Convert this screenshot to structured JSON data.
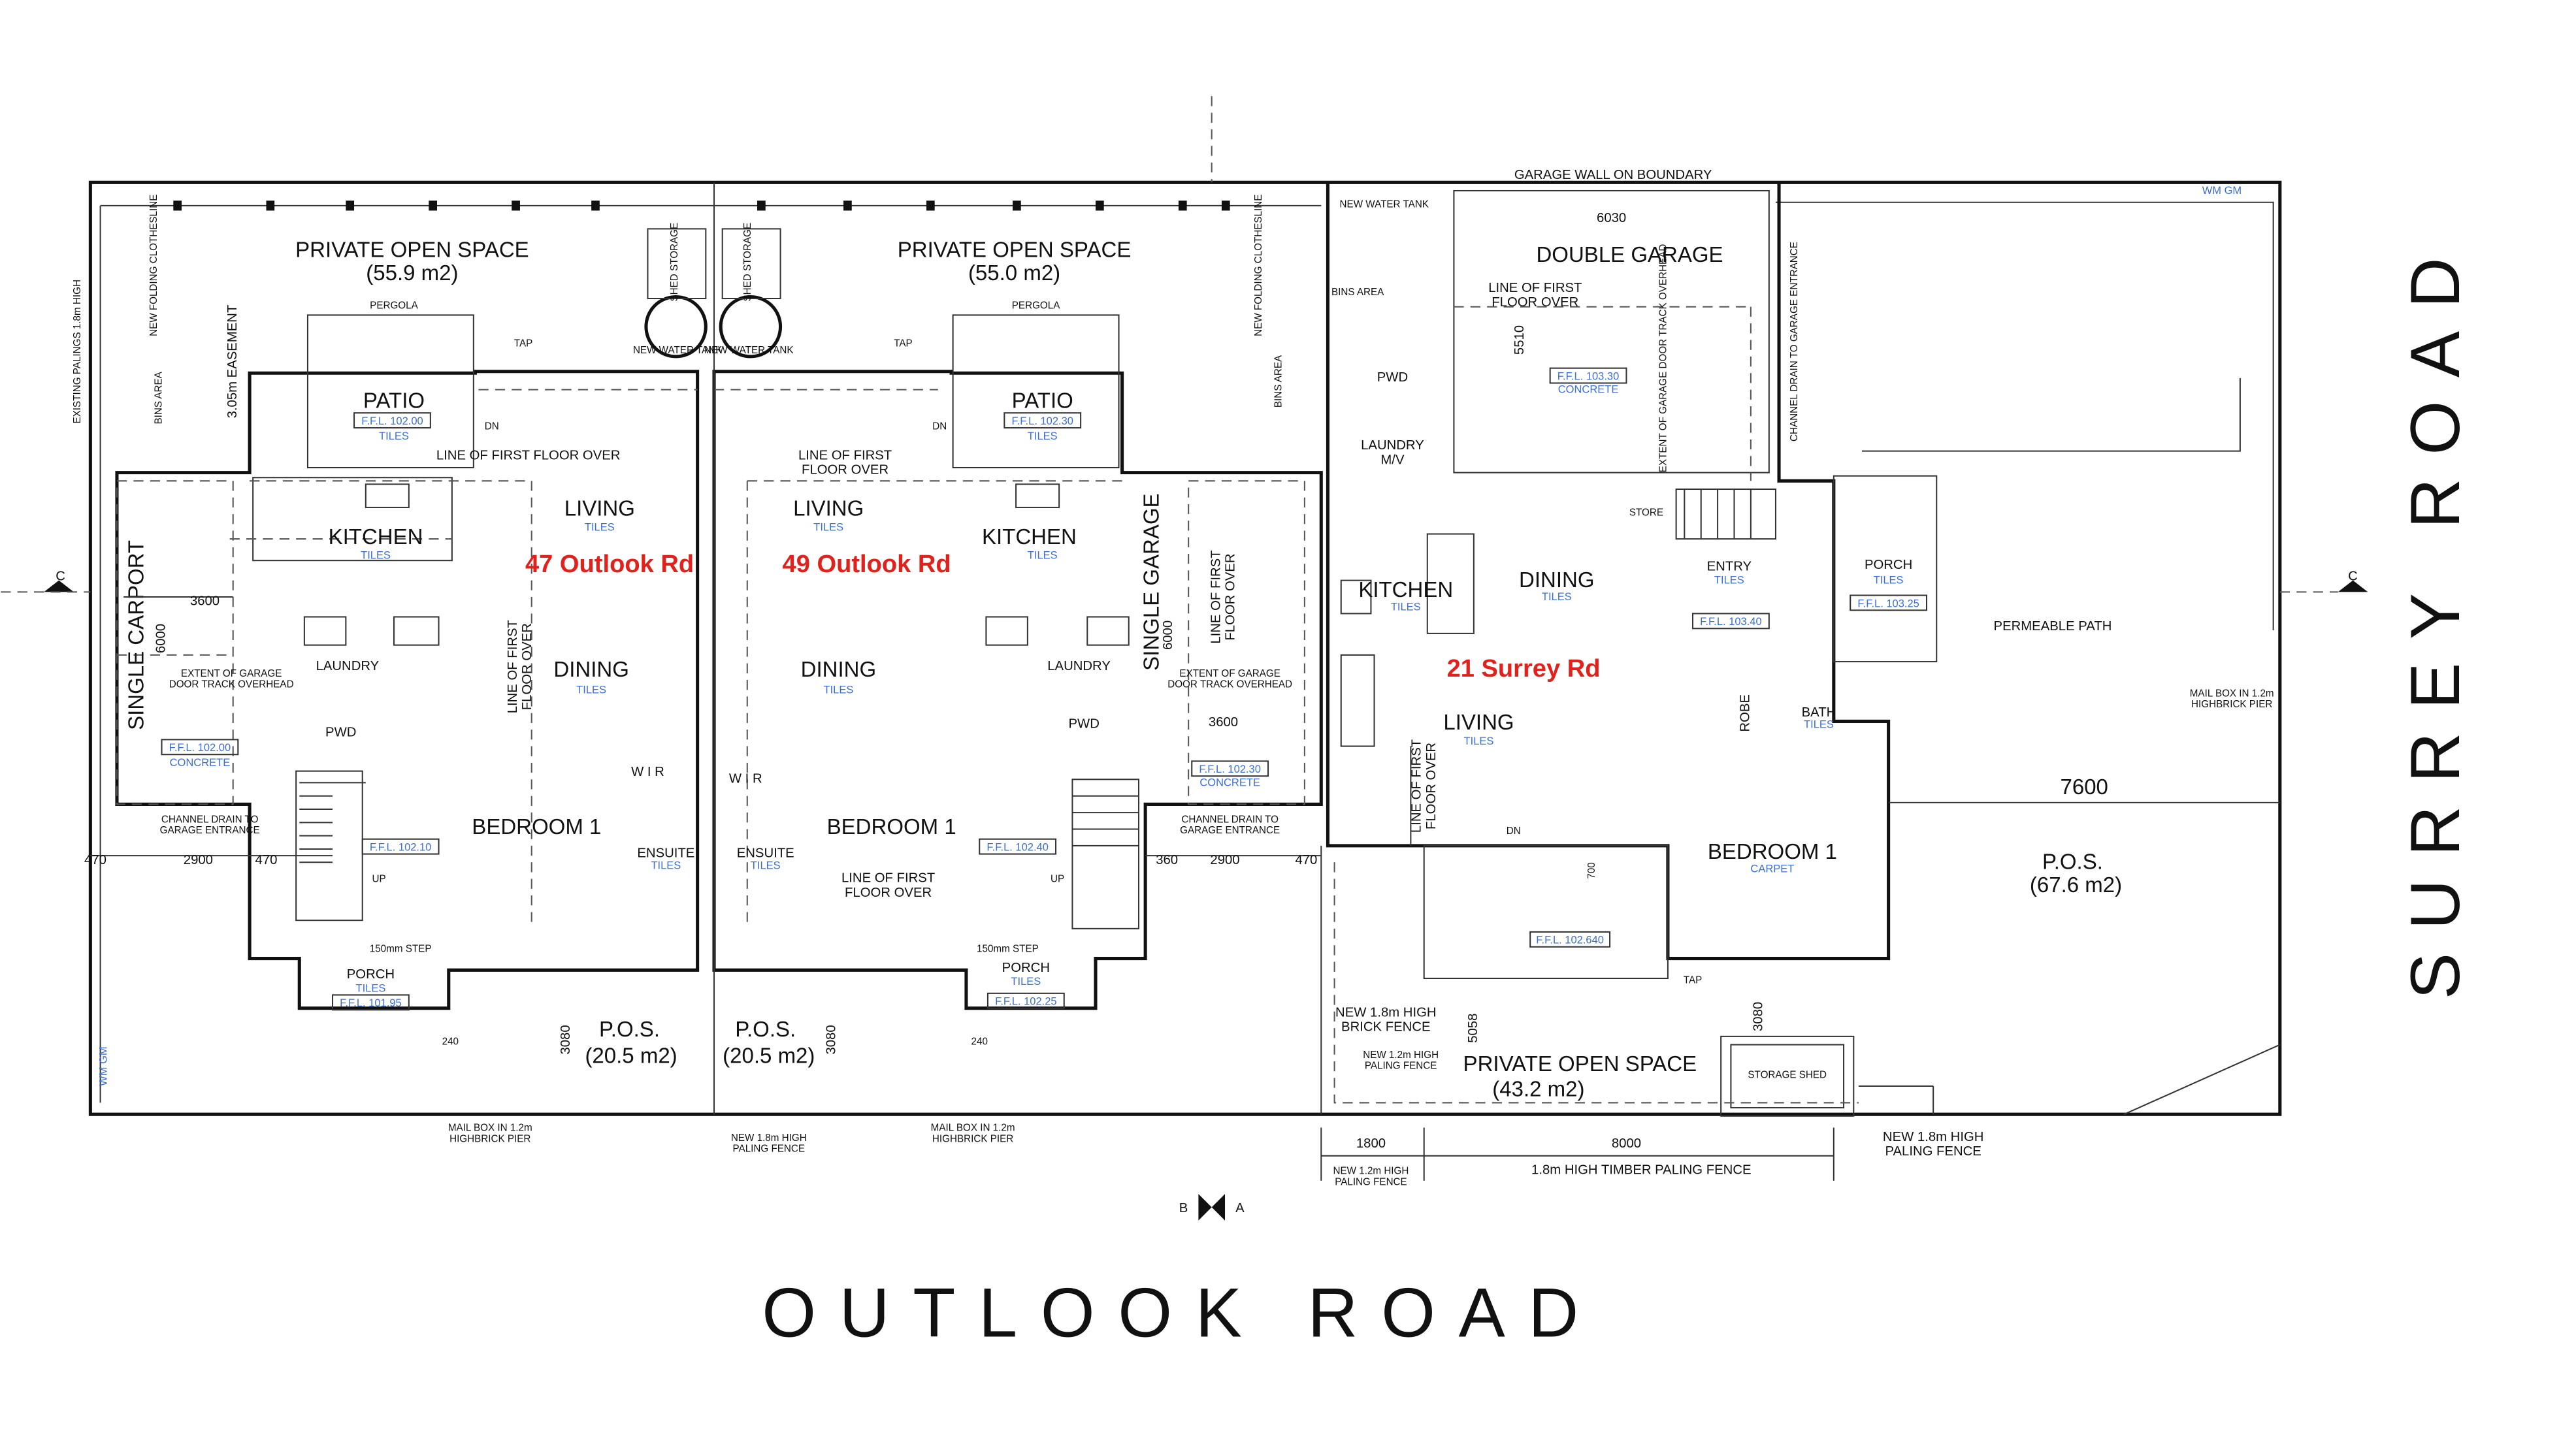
{
  "units": {
    "u47": "47 Outlook Rd",
    "u49": "49 Outlook Rd",
    "u21": "21 Surrey Rd"
  },
  "streets": {
    "outlook": "OUTLOOK ROAD",
    "surrey": "SURREY ROAD"
  },
  "rooms": {
    "pos_left_title": "PRIVATE OPEN SPACE",
    "pos_left_area": "(55.9 m2)",
    "pos_mid_title": "PRIVATE OPEN SPACE",
    "pos_mid_area": "(55.0 m2)",
    "garage_title": "DOUBLE GARAGE",
    "patio": "PATIO",
    "living": "LIVING",
    "kitchen": "KITCHEN",
    "dining": "DINING",
    "laundry": "LAUNDRY",
    "pwd": "PWD",
    "bedroom1": "BEDROOM 1",
    "ensuite": "ENSUITE",
    "porch": "PORCH",
    "wir": "W I R",
    "wir_b": "W I R",
    "entry": "ENTRY",
    "bath": "BATH",
    "robe": "ROBE",
    "laundry_mv": "LAUNDRY\nM/V",
    "single_carport": "SINGLE CARPORT",
    "single_garage": "SINGLE GARAGE",
    "pos_small": "P.O.S.",
    "pos_small_area1": "(20.5 m2)",
    "pos_small_area2": "(20.5 m2)",
    "pos_right_title": "PRIVATE OPEN SPACE",
    "pos_right_area": "(43.2 m2)",
    "pos_far_title": "P.O.S.",
    "pos_far_area": "(67.6 m2)",
    "storage_shed": "STORAGE SHED"
  },
  "finishes": {
    "tiles": "TILES",
    "concrete": "CONCRETE",
    "carpet": "CARPET"
  },
  "ffl": {
    "patio_l": "F.F.L. 102.00",
    "patio_m": "F.F.L. 102.30",
    "carport": "F.F.L. 102.00",
    "garage_m": "F.F.L. 102.30",
    "porch_l": "F.F.L. 101.95",
    "porch_m": "F.F.L. 102.25",
    "stair_l": "F.F.L. 102.10",
    "stair_m": "F.F.L. 102.40",
    "garage_r": "F.F.L. 103.30",
    "entry_r": "F.F.L. 103.40",
    "porch_r": "F.F.L. 103.25",
    "living_r": "F.F.L. 102.640"
  },
  "notes": {
    "line_first_floor": "LINE OF FIRST\nFLOOR OVER",
    "line_first_floor_v": "LINE OF FIRST\nFLOOR OVER",
    "extent_garage": "EXTENT OF GARAGE\nDOOR TRACK OVERHEAD",
    "channel_drain": "CHANNEL DRAIN TO\nGARAGE ENTRANCE",
    "channel_drain_v": "CHANNEL DRAIN TO GARAGE ENTRANCE",
    "extent_garage_v": "EXTENT OF GARAGE DOOR TRACK OVERHEAD",
    "garage_wall": "GARAGE WALL ON BOUNDARY",
    "existing_palings": "EXISTING PALINGS 1.8m HIGH",
    "easement": "3.05m EASEMENT",
    "permeable_path": "PERMEABLE PATH",
    "mailbox": "MAIL BOX IN 1.2m\nHIGHBRICK PIER",
    "mailbox_r": "MAIL BOX IN 1.2m\nHIGHBRICK PIER",
    "new_brick_fence": "NEW 1.8m HIGH\nBRICK FENCE",
    "new_paling_12": "NEW 1.2m HIGH\nPALING FENCE",
    "new_paling_18": "NEW 1.8m HIGH\nPALING FENCE",
    "timber_fence": "1.8m HIGH TIMBER PALING FENCE",
    "new_paling_small": "NEW 1.8m HIGH\nPALING FENCE",
    "new_paling_12b": "NEW 1.2m HIGH\nPALING FENCE",
    "store": "STORE",
    "new_water_tank": "NEW WATER TANK",
    "shed_storage": "SHED STORAGE",
    "bins_area": "BINS AREA",
    "clothesline": "NEW FOLDING CLOTHESLINE",
    "pergola": "PERGOLA",
    "step": "150mm STEP",
    "tap": "TAP",
    "dn": "DN",
    "up": "UP",
    "section_c": "C",
    "section_b": "B",
    "section_a": "A",
    "wm_gm": "WM GM"
  },
  "dims": {
    "d3600_l": "3600",
    "d6000_l": "6000",
    "d2900_l": "2900",
    "d470_a": "470",
    "d470_b": "470",
    "d3600_m": "3600",
    "d6000_m": "6000",
    "d2900_m": "2900",
    "d360": "360",
    "d470_c": "470",
    "d3080_a": "3080",
    "d3080_b": "3080",
    "d3080_c": "3080",
    "d240_a": "240",
    "d240_b": "240",
    "d6030": "6030",
    "d5510": "5510",
    "d7600": "7600",
    "d1800": "1800",
    "d8000": "8000",
    "d5058": "5058",
    "d700": "700"
  }
}
